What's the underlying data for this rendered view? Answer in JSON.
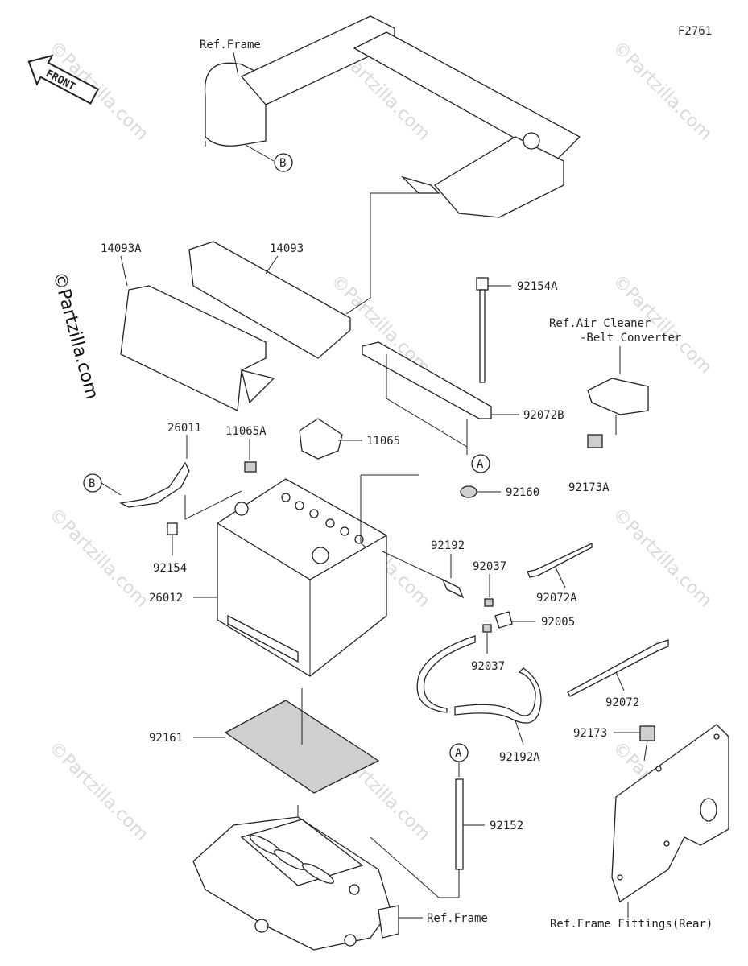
{
  "figure_id": "F2761",
  "front_label": "FRONT",
  "watermark": "©Partzilla.com",
  "labels": {
    "ref_frame_top": "Ref.Frame",
    "b_top": "B",
    "p14093A": "14093A",
    "p14093": "14093",
    "p92154A": "92154A",
    "ref_air_cleaner_1": "Ref.Air Cleaner",
    "ref_air_cleaner_2": "-Belt Converter",
    "p92072B": "92072B",
    "p26011": "26011",
    "p11065A": "11065A",
    "p11065": "11065",
    "a_mid": "A",
    "p92173A": "92173A",
    "b_left": "B",
    "p92160": "92160",
    "p92192": "92192",
    "p92037_top": "92037",
    "p92154": "92154",
    "p92072A": "92072A",
    "p26012": "26012",
    "p92005": "92005",
    "p92037_bot": "92037",
    "p92072": "92072",
    "p92161": "92161",
    "p92173": "92173",
    "p92192A": "92192A",
    "a_bottom": "A",
    "p92152": "92152",
    "ref_frame_bottom": "Ref.Frame",
    "ref_frame_fittings": "Ref.Frame Fittings(Rear)"
  }
}
